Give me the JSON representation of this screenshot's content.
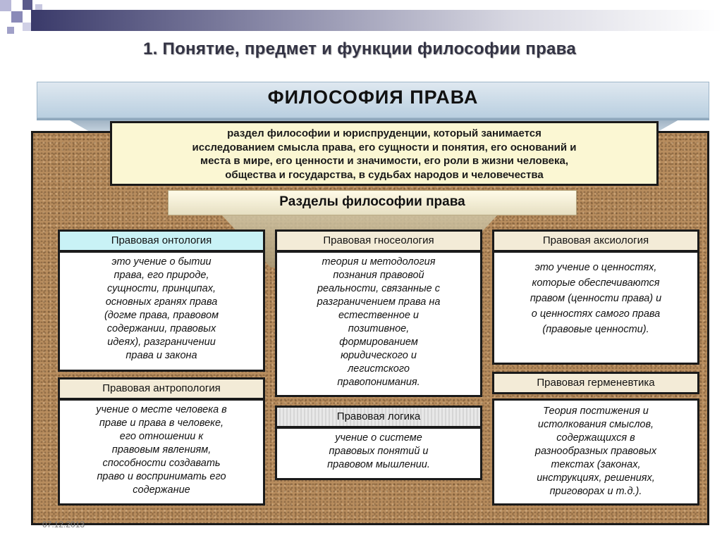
{
  "slide_title": "1. Понятие, предмет и функции философии права",
  "banner_title": "ФИЛОСОФИЯ ПРАВА",
  "definition": [
    "раздел философии и юриспруденции, который занимается",
    "исследованием смысла права, его сущности и понятия, его оснований и",
    "места в мире, его ценности и значимости, его роли в жизни человека,",
    "общества и государства, в судьбах народов и человечества"
  ],
  "sections_label": "Разделы философии права",
  "branches": {
    "ontology": {
      "title": "Правовая онтология",
      "text": [
        "это учение о бытии",
        "права, его природе,",
        "сущности, принципах,",
        "основных гранях права",
        "(догме права, правовом",
        "содержании, правовых",
        "идеях), разграничении",
        "права и закона"
      ]
    },
    "epistemology": {
      "title": "Правовая гносеология",
      "text": [
        "теория и методология",
        "познания правовой",
        "реальности, связанные с",
        "разграничением права на",
        "естественное и",
        "позитивное,",
        "формированием",
        "юридического и",
        "легистского",
        "правопонимания."
      ]
    },
    "axiology": {
      "title": "Правовая аксиология",
      "text": [
        "это учение о ценностях,",
        "которые обеспечиваются",
        "правом (ценности права) и",
        "о ценностях самого права",
        "(правовые ценности)."
      ]
    },
    "anthropology": {
      "title": "Правовая антропология",
      "text": [
        "учение о месте человека в",
        "праве и права в человеке,",
        "его отношении к",
        "правовым явлениям,",
        "способности создавать",
        "право и воспринимать его",
        "содержание"
      ]
    },
    "logic": {
      "title": "Правовая логика",
      "text": [
        "учение о системе",
        "правовых понятий и",
        "правовом мышлении."
      ]
    },
    "hermeneutics": {
      "title": "Правовая герменевтика",
      "text": [
        "Теория постижения и",
        "истолкования смыслов,",
        "содержащихся в",
        "разнообразных правовых",
        "текстах (законах,",
        "инструкциях, решениях,",
        "приговорах и т.д.)."
      ]
    }
  },
  "footer_date": "07.12.2013",
  "colors": {
    "banner": "#b9cfe0",
    "board": "#b88d5e",
    "definition_bg": "#fbf7d3",
    "ontology_head": "#c9f2f6",
    "beige_head": "#f3ebd7"
  }
}
